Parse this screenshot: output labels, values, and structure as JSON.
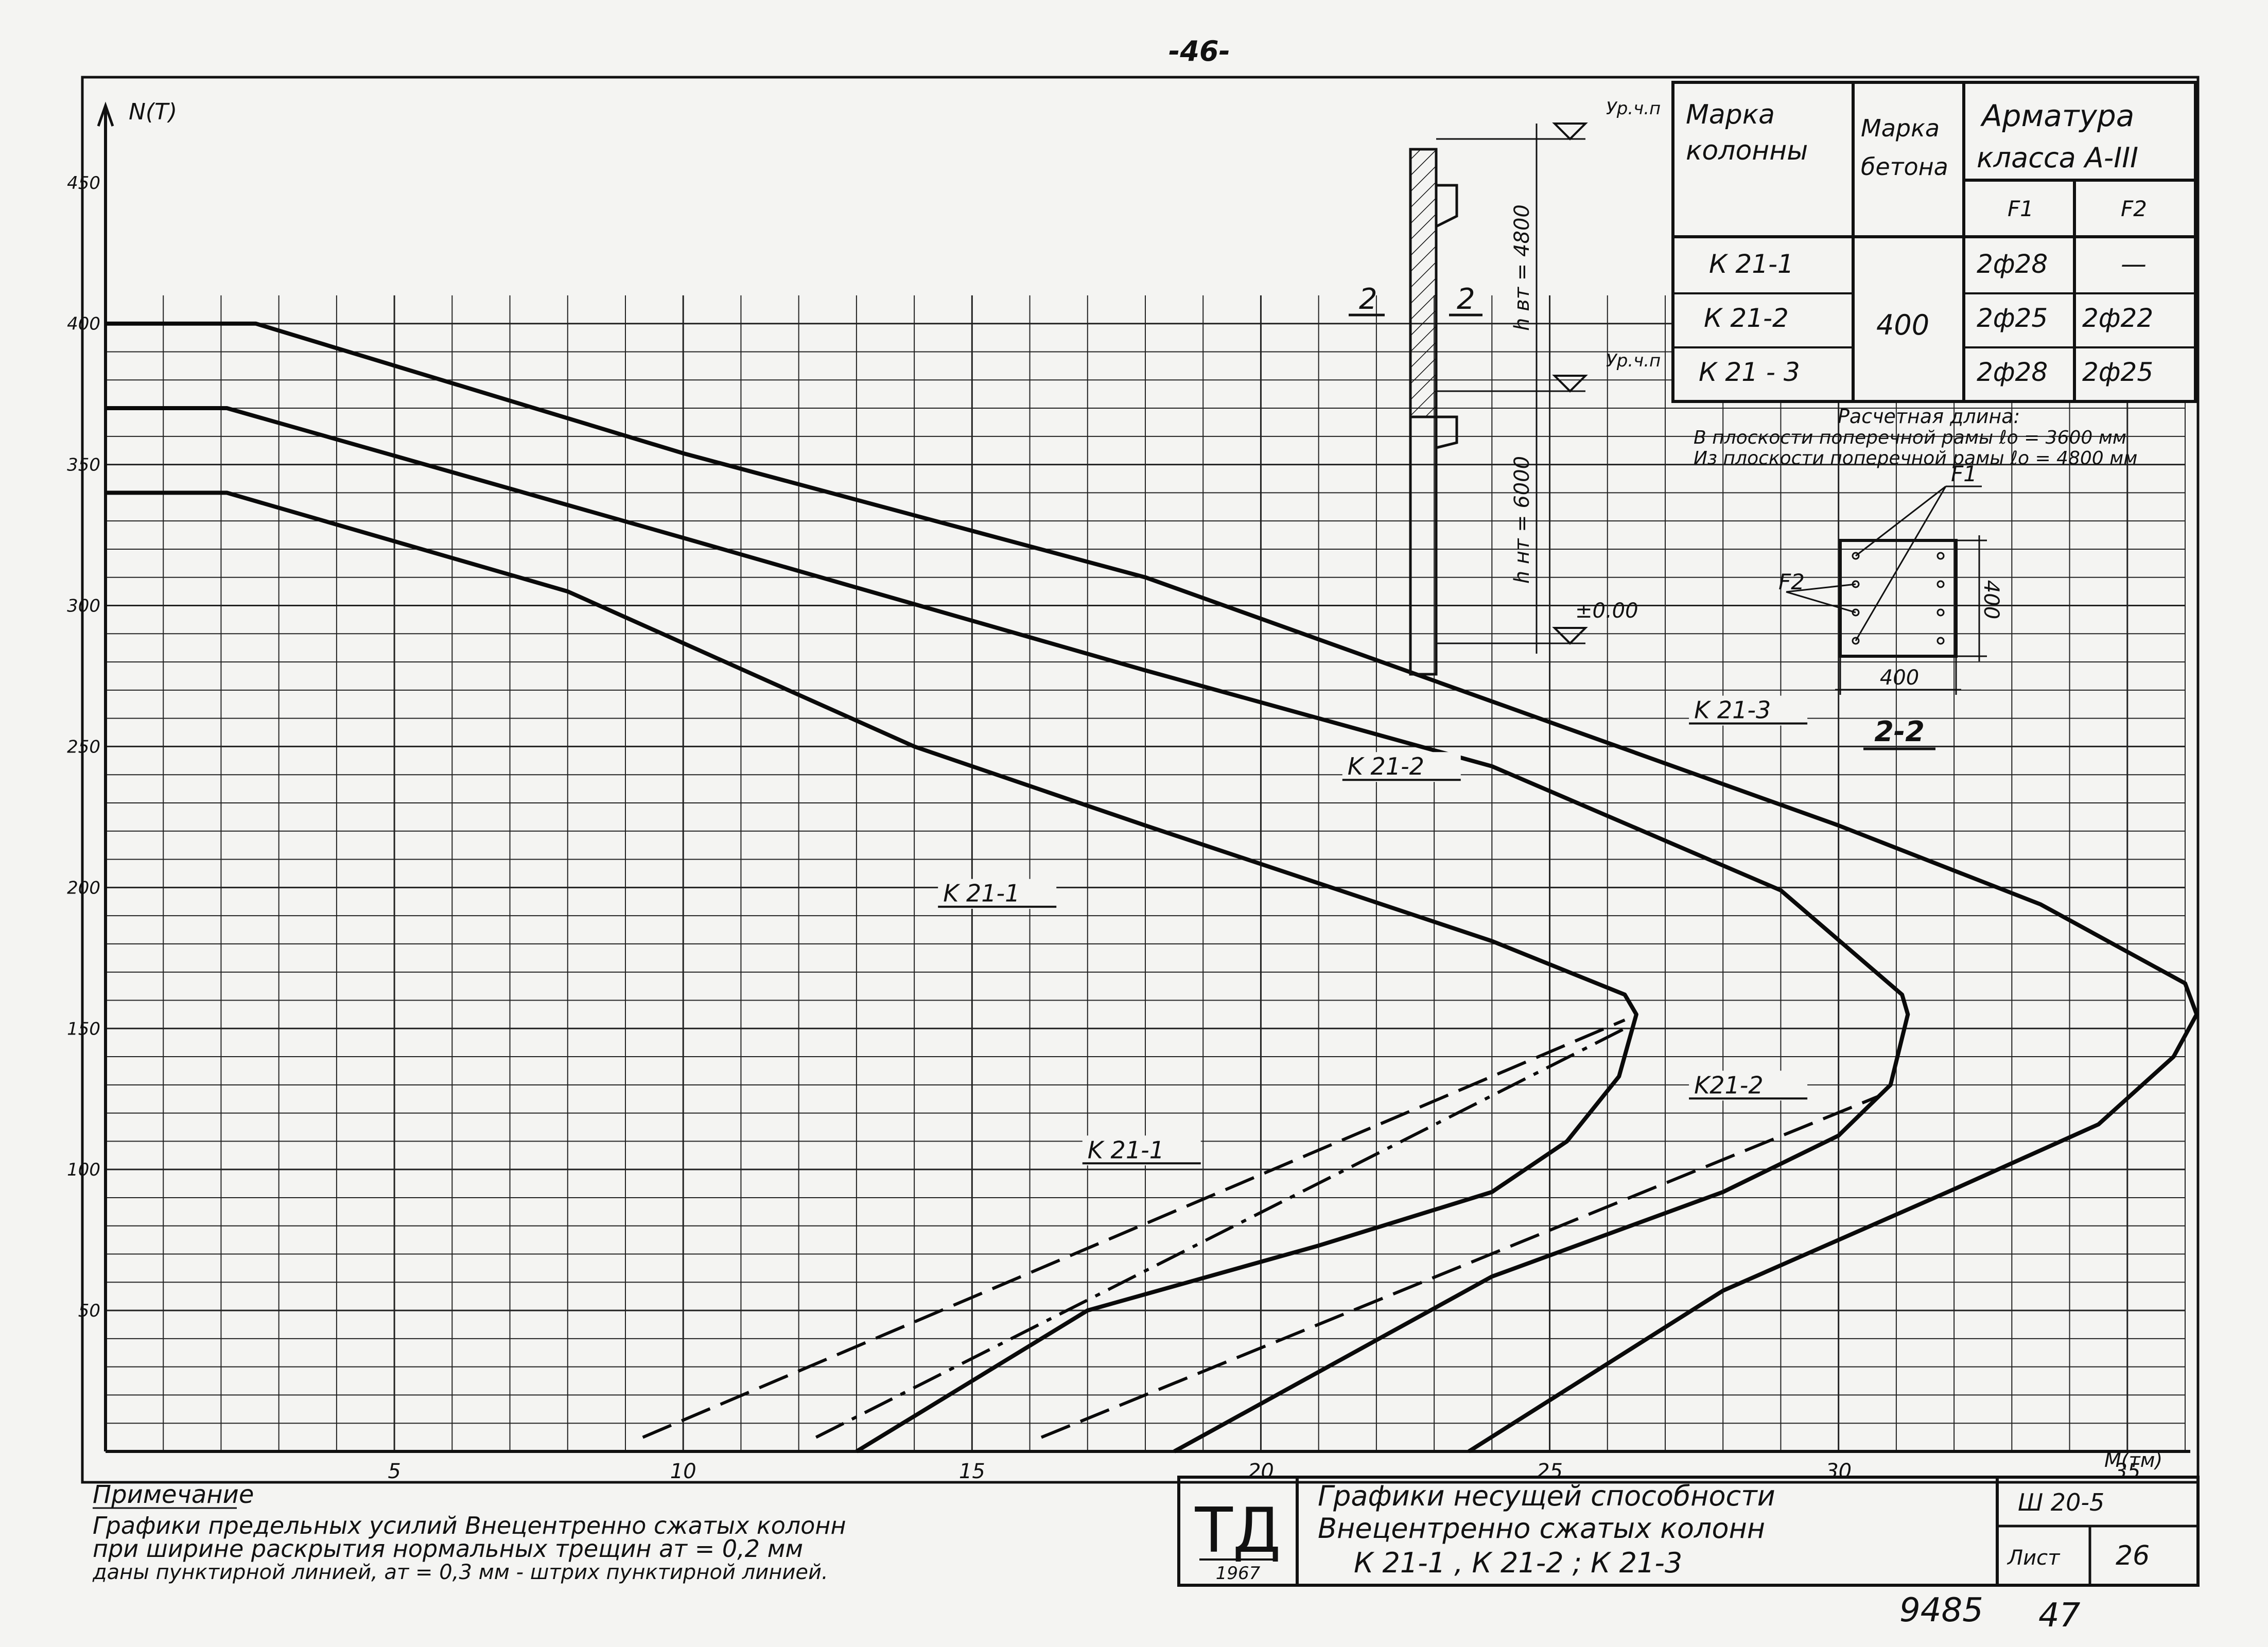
{
  "page_number": "-46-",
  "sheet_code": "9485",
  "sheet_code_2": "47",
  "chart_data": {
    "type": "line",
    "title": "",
    "ylabel": "N(T)",
    "xlabel": "M(тм)",
    "xlim": [
      0,
      36
    ],
    "ylim": [
      0,
      460
    ],
    "grid": true,
    "x_ticks": [
      "5",
      "10",
      "15",
      "20",
      "25",
      "30",
      "35"
    ],
    "y_ticks": [
      "50",
      "100",
      "150",
      "200",
      "250",
      "300",
      "350",
      "400",
      "450"
    ],
    "series": [
      {
        "name": "K 21-1",
        "style": "solid",
        "points": [
          [
            0,
            340
          ],
          [
            2.1,
            340
          ],
          [
            8,
            305
          ],
          [
            14,
            250
          ],
          [
            18,
            222
          ],
          [
            24,
            181
          ],
          [
            26.3,
            162
          ],
          [
            26.5,
            155
          ],
          [
            26.2,
            133
          ],
          [
            25.3,
            110
          ],
          [
            24,
            92
          ],
          [
            21,
            73
          ],
          [
            17,
            50
          ],
          [
            13,
            0
          ]
        ]
      },
      {
        "name": "K 21-2",
        "style": "solid",
        "points": [
          [
            0,
            370
          ],
          [
            2.1,
            370
          ],
          [
            10,
            324
          ],
          [
            18,
            277
          ],
          [
            24,
            243
          ],
          [
            29,
            199
          ],
          [
            31.1,
            162
          ],
          [
            31.2,
            155
          ],
          [
            30.9,
            130
          ],
          [
            30,
            112
          ],
          [
            28,
            92
          ],
          [
            24,
            62
          ],
          [
            18.5,
            0
          ]
        ]
      },
      {
        "name": "K 21-3",
        "style": "solid",
        "points": [
          [
            0,
            400
          ],
          [
            2.6,
            400
          ],
          [
            10,
            354
          ],
          [
            18,
            310
          ],
          [
            24,
            266
          ],
          [
            30,
            222
          ],
          [
            33.5,
            194
          ],
          [
            36,
            166
          ],
          [
            36.2,
            155
          ],
          [
            35.8,
            140
          ],
          [
            34.5,
            116
          ],
          [
            32,
            93
          ],
          [
            28,
            57
          ],
          [
            23.6,
            0
          ]
        ]
      },
      {
        "name": "K 21-1 (a=0.2 мм)",
        "style": "dashed",
        "points": [
          [
            9.3,
            5
          ],
          [
            26.3,
            153
          ]
        ]
      },
      {
        "name": "K 21-1 (a=0.3 мм)",
        "style": "dashdot",
        "points": [
          [
            12.3,
            5
          ],
          [
            26.3,
            150
          ]
        ]
      },
      {
        "name": "K 21-2 (a=0.2 мм)",
        "style": "dashed",
        "points": [
          [
            16.2,
            5
          ],
          [
            30.7,
            126
          ]
        ]
      }
    ],
    "curve_labels": [
      {
        "text": "K 21-1",
        "pos": [
          14.5,
          195
        ]
      },
      {
        "text": "K 21-2",
        "pos": [
          21.5,
          240
        ]
      },
      {
        "text": "K 21-3",
        "pos": [
          27.5,
          260
        ]
      },
      {
        "text": "K 21-1",
        "pos": [
          17,
          104
        ]
      },
      {
        "text": "K21-2",
        "pos": [
          27.5,
          127
        ]
      }
    ]
  },
  "table": {
    "headers": {
      "col1": [
        "Марка",
        "колонны"
      ],
      "col2": [
        "Марка",
        "бетона"
      ],
      "col3": [
        "Арматура",
        "класса А-III"
      ],
      "f1": "F1",
      "f2": "F2"
    },
    "rows": [
      {
        "mark": "К 21-1",
        "f1": "2ф28",
        "f2": "—"
      },
      {
        "mark": "К 21-2",
        "f1": "2ф25",
        "f2": "2ф22"
      },
      {
        "mark": "К 21 - 3",
        "f1": "2ф28",
        "f2": "2ф25"
      }
    ],
    "concrete": "400"
  },
  "calc_length": {
    "title": "Расчетная длина:",
    "line1": "В плоскости поперечной рамы ℓо = 3600 мм",
    "line2": "Из плоскости поперечной рамы ℓо = 4800 мм"
  },
  "column_elev": {
    "level_top": "Ур.ч.п",
    "level_mid": "Ур.ч.п",
    "level_zero": "±0.00",
    "h_top": "h вт = 4800",
    "h_bottom": "h нт = 6000",
    "section_mark": "2",
    "section_mark2": "2"
  },
  "section": {
    "label_f1": "F1",
    "label_f2": "F2",
    "dim_h": "400",
    "dim_w": "400",
    "name": "2-2"
  },
  "note": {
    "title": "Примечание",
    "line1": "Графики предельных усилий   Внецентренно сжатых колонн",
    "line2": "при ширине раскрытия нормальных трещин aт = 0,2 мм",
    "line3": "даны пунктирной линией, aт = 0,3 мм - штрих пунктирной линией."
  },
  "title_block": {
    "logo": "ТД",
    "year": "1967",
    "title1": "Графики несущей способности",
    "title2": "Внецентренно сжатых колонн",
    "title3": "К 21-1 ,  К 21-2 ;  К 21-3",
    "code": "Ш 20-5",
    "sheet_label": "Лист",
    "sheet_no": "26"
  }
}
